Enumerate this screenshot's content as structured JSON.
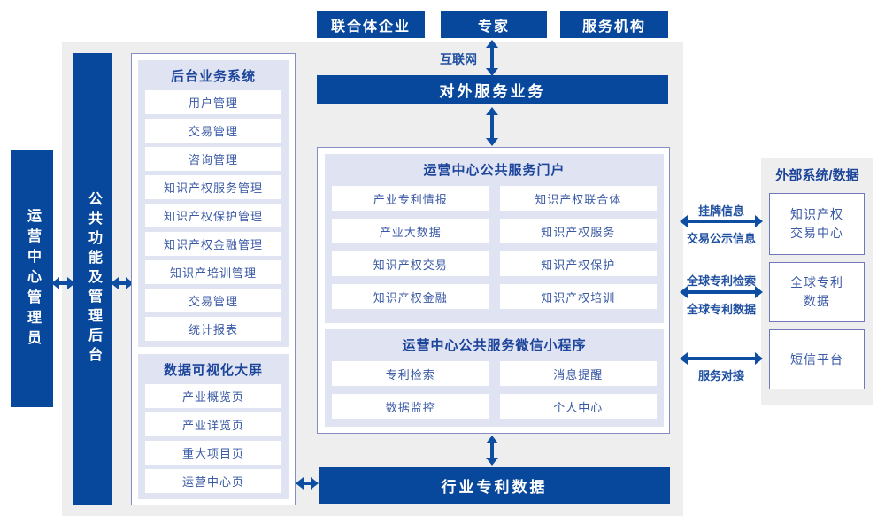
{
  "colors": {
    "blue": "#08489c",
    "arrow": "#0d4da2",
    "lavender": "#dfe3f2",
    "border": "#858ec4",
    "border2": "#6f79b8",
    "header": "#1b449a",
    "itemtext": "#3a5aa5",
    "label": "#2050a0",
    "gray": "#eeeeef"
  },
  "top_actors": {
    "actor1": "联合体企业",
    "actor2": "专家",
    "actor3": "服务机构"
  },
  "internet_label": "互联网",
  "external_service_bar": "对外服务业务",
  "left": {
    "admin_box": "运营中心管理员",
    "function_bar": "公共功能及管理后台",
    "backend": {
      "title": "后台业务系统",
      "items": [
        "用户管理",
        "交易管理",
        "咨询管理",
        "知识产权服务管理",
        "知识产权保护管理",
        "知识产权金融管理",
        "知识产培训管理",
        "交易管理",
        "统计报表"
      ]
    },
    "dashboard": {
      "title": "数据可视化大屏",
      "items": [
        "产业概览页",
        "产业详览页",
        "重大项目页",
        "运营中心页"
      ]
    }
  },
  "center": {
    "portal": {
      "title": "运营中心公共服务门户",
      "items": [
        "产业专利情报",
        "知识产权联合体",
        "产业大数据",
        "知识产权服务",
        "知识产权交易",
        "知识产权保护",
        "知识产权金融",
        "知识产权培训"
      ]
    },
    "miniprogram": {
      "title": "运营中心公共服务微信小程序",
      "items": [
        "专利检索",
        "消息提醒",
        "数据监控",
        "个人中心"
      ]
    }
  },
  "bottom_bar": "行业专利数据",
  "right": {
    "title": "外部系统/数据",
    "systems": [
      "知识产权\n交易中心",
      "全球专利\n数据",
      "短信平台"
    ],
    "links": {
      "link1_top": "挂牌信息",
      "link1_bottom": "交易公示信息",
      "link2_top": "全球专利检索",
      "link2_bottom": "全球专利数据",
      "link3_bottom": "服务对接"
    }
  }
}
